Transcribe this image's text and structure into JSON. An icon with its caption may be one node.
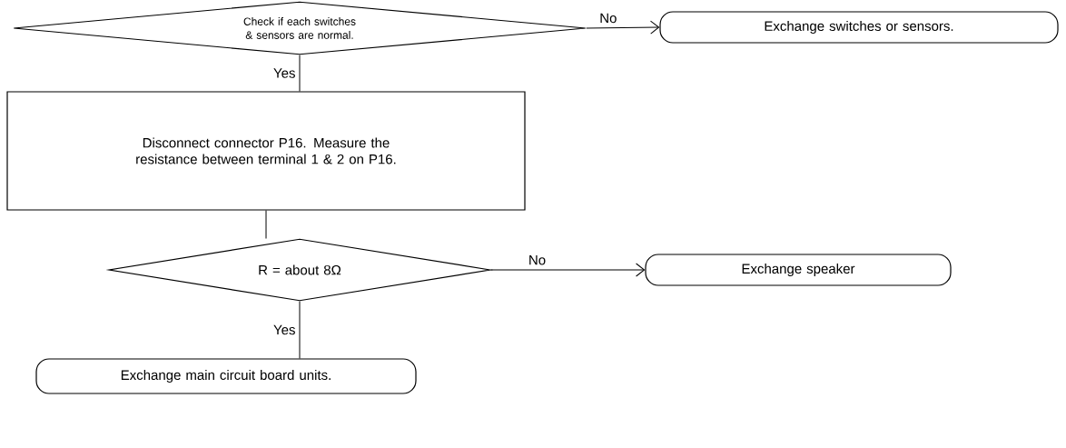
{
  "diagram": {
    "nodes": [
      {
        "text": [
          "Check if each switches & sensors are normal."
        ]
      },
      {
        "text": [
          "Exchange switches or sensors."
        ]
      },
      {
        "text": [
          "Disconnect connector P16. Measure the resistance between terminal 1 & 2 on P16."
        ]
      },
      {
        "text": [
          "R = about 8Ω"
        ]
      },
      {
        "text": [
          "Exchange speaker"
        ]
      },
      {
        "text": [
          "Exchange main circuit board units."
        ]
      }
    ],
    "edges": [
      {
        "from": 0,
        "to": 1,
        "arrow": "to",
        "label": "No"
      },
      {
        "from": 0,
        "to": 2,
        "arrow": "none",
        "label": "Yes"
      },
      {
        "from": 2,
        "to": 3,
        "arrow": "none"
      },
      {
        "from": 3,
        "to": 4,
        "arrow": "to",
        "label": "No"
      },
      {
        "from": 3,
        "to": 5,
        "arrow": "none",
        "label": "Yes"
      }
    ]
  }
}
